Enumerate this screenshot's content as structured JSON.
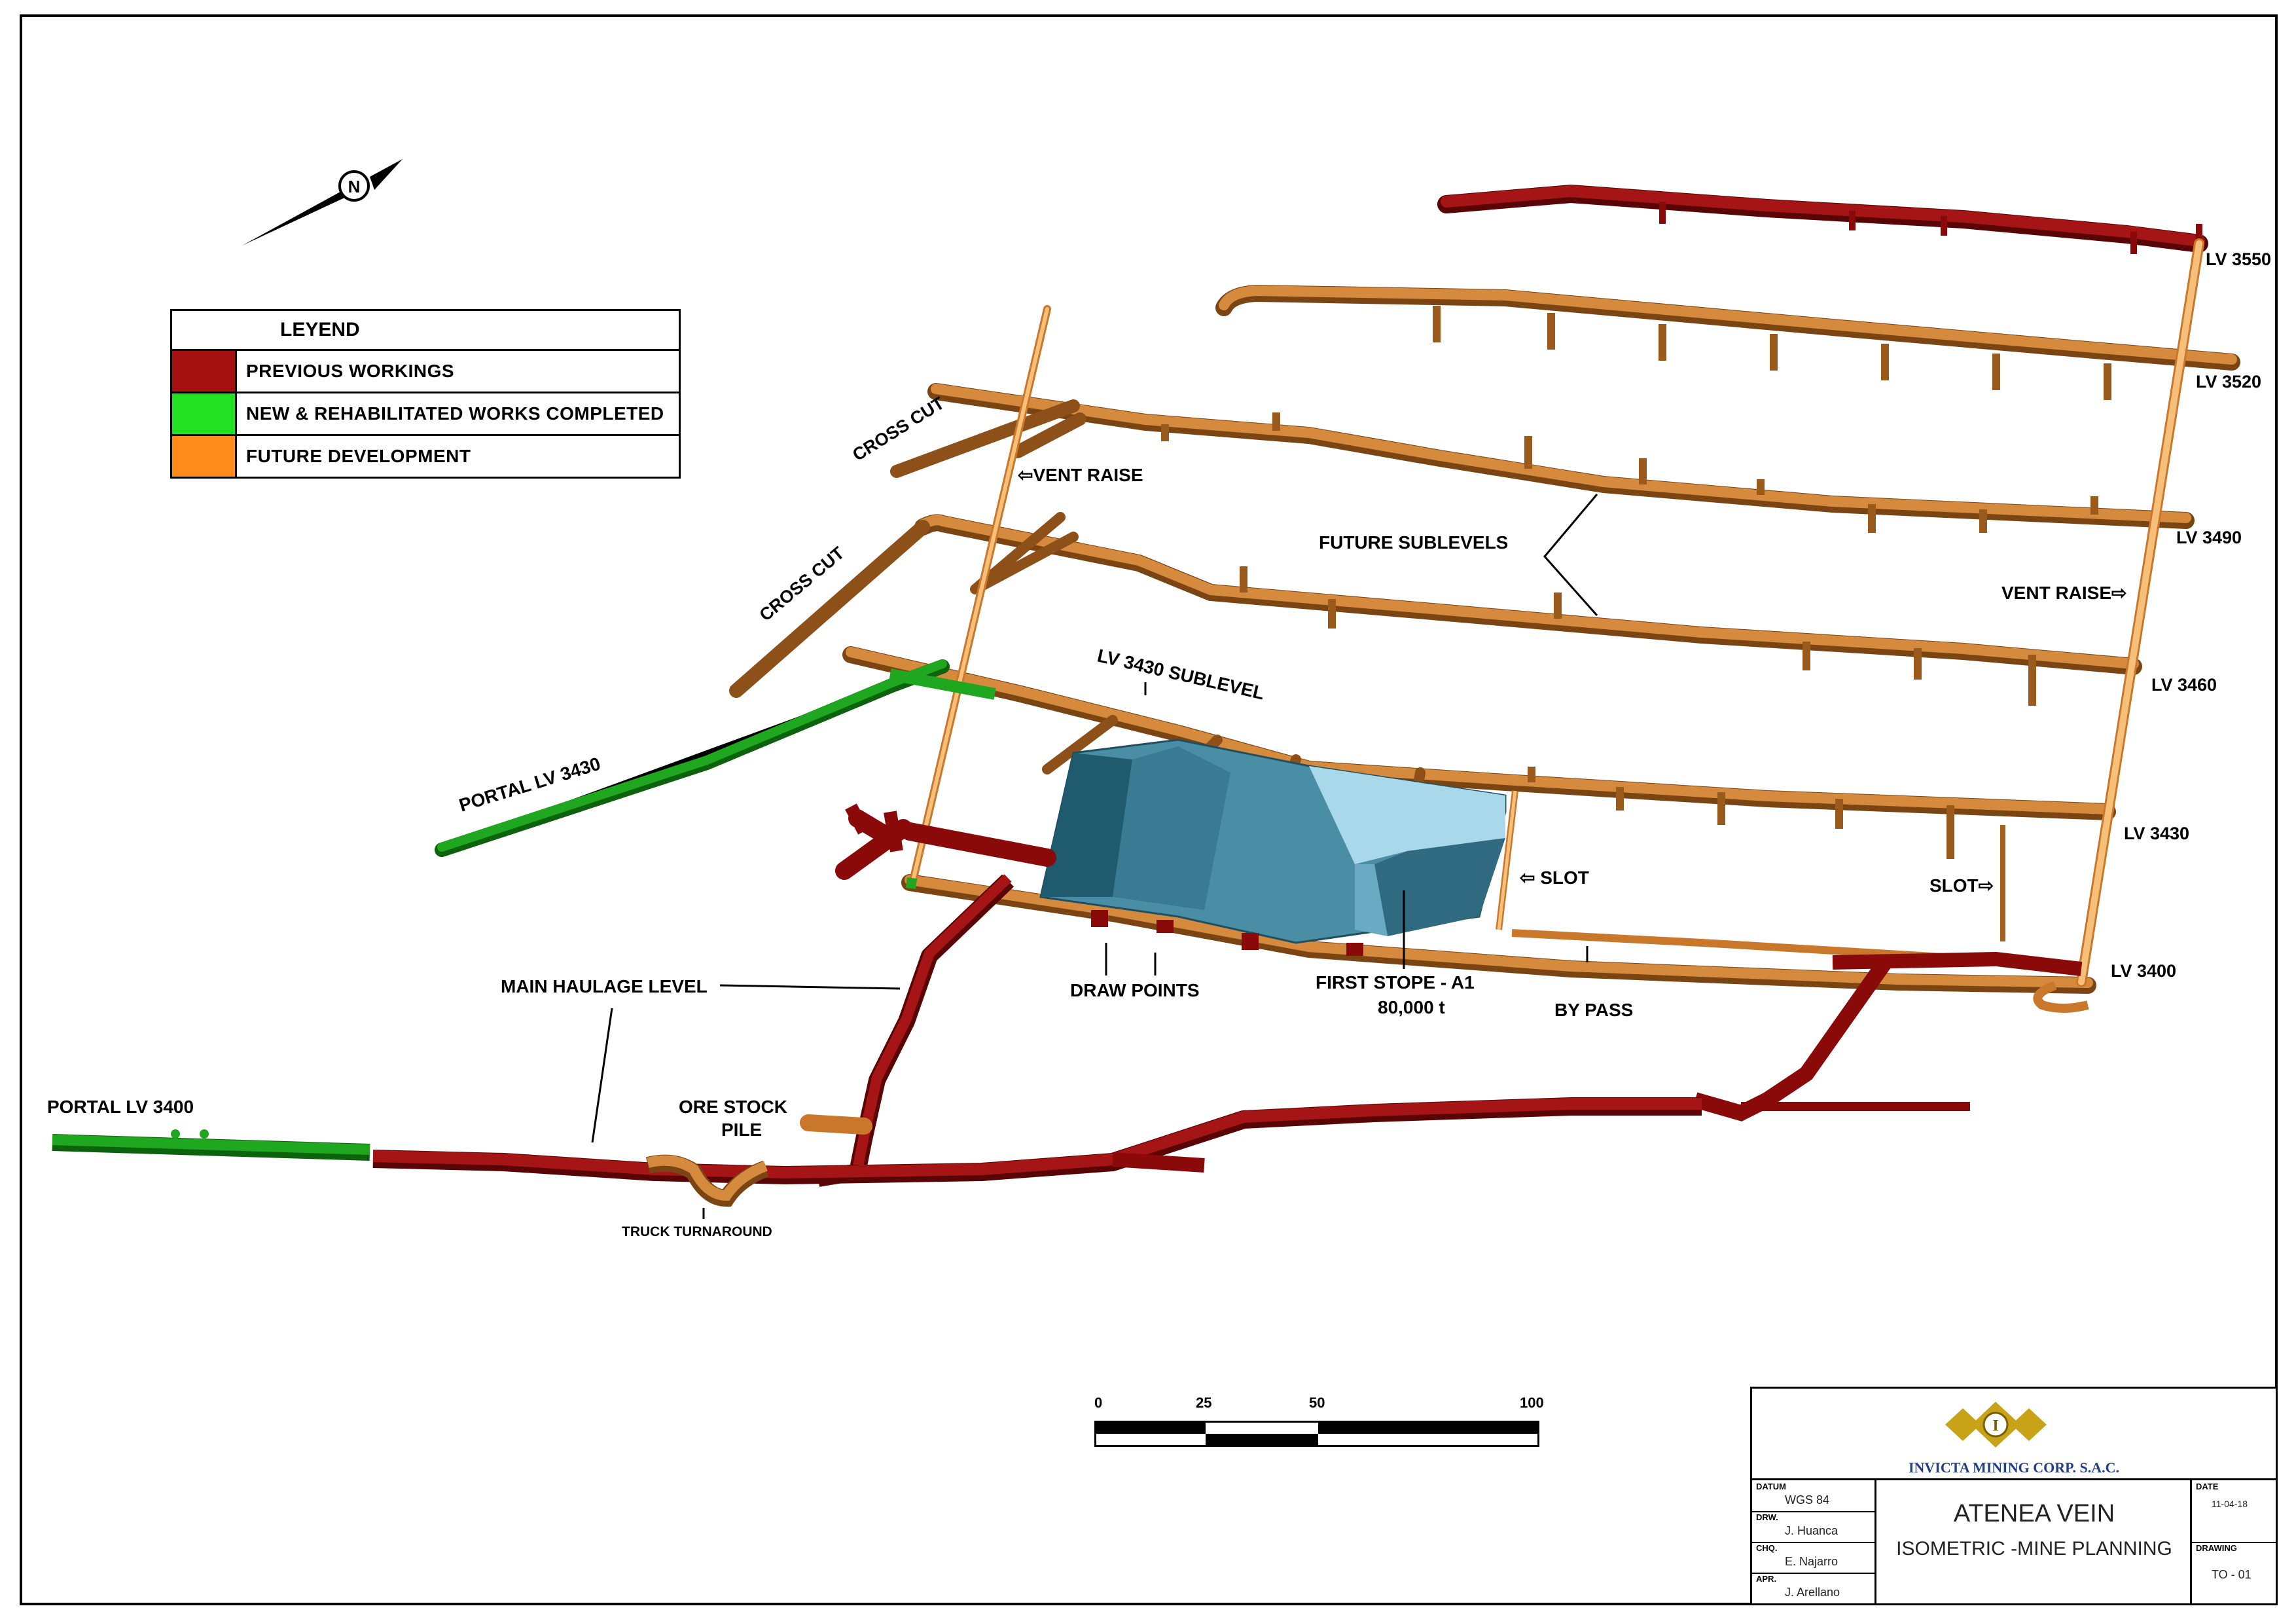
{
  "colors": {
    "previous_workings": "#9b0c0c",
    "new_works": "#1fa81f",
    "future_development": "#c9782b",
    "vent_raise": "#f6c07a",
    "stope": "#4a8ea6",
    "stope_light": "#a8d8ea",
    "legend_orange": "#ff8c1a",
    "legend_green": "#22e022",
    "legend_red": "#a51010"
  },
  "compass": {
    "letter": "N",
    "icon": "north-arrow-icon"
  },
  "legend": {
    "title": "LEYEND",
    "items": [
      {
        "label": "PREVIOUS WORKINGS",
        "color": "#a51010"
      },
      {
        "label": "NEW & REHABILITATED WORKS COMPLETED",
        "color": "#22e022"
      },
      {
        "label": "FUTURE DEVELOPMENT",
        "color": "#ff8c1a"
      }
    ]
  },
  "levels": {
    "lv3550": "LV 3550",
    "lv3520": "LV 3520",
    "lv3490": "LV 3490",
    "lv3460": "LV 3460",
    "lv3430": "LV 3430",
    "lv3400": "LV 3400"
  },
  "labels": {
    "cross_cut_1": "CROSS CUT",
    "cross_cut_2": "CROSS CUT",
    "vent_raise_left": "⇦VENT RAISE",
    "vent_raise_right": "VENT RAISE⇨",
    "future_sublevels": "FUTURE SUBLEVELS",
    "lv3430_sublevel": "LV 3430 SUBLEVEL",
    "portal_lv3430": "PORTAL LV 3430",
    "slot_left": "⇦ SLOT",
    "slot_right": "SLOT⇨",
    "main_haulage": "MAIN HAULAGE LEVEL",
    "draw_points": "DRAW POINTS",
    "first_stope": "FIRST STOPE - A1",
    "stope_tonnage": "80,000 t",
    "by_pass": "BY PASS",
    "portal_lv3400": "PORTAL LV 3400",
    "ore_stock_line1": "ORE STOCK",
    "ore_stock_line2": "PILE",
    "truck_turnaround": "TRUCK TURNAROUND"
  },
  "scale_bar": {
    "ticks": [
      "0",
      "25",
      "50",
      "100"
    ]
  },
  "title_block": {
    "company": "INVICTA MINING CORP. S.A.C.",
    "title": "ATENEA VEIN",
    "subtitle": "ISOMETRIC -MINE PLANNING",
    "datum_label": "DATUM",
    "datum": "WGS 84",
    "drw_label": "DRW.",
    "drw": "J. Huanca",
    "chq_label": "CHQ.",
    "chq": "E. Najarro",
    "apr_label": "APR.",
    "apr": "J. Arellano",
    "date_label": "DATE",
    "date": "11-04-18",
    "drawing_label": "DRAWING",
    "drawing": "TO - 01"
  }
}
